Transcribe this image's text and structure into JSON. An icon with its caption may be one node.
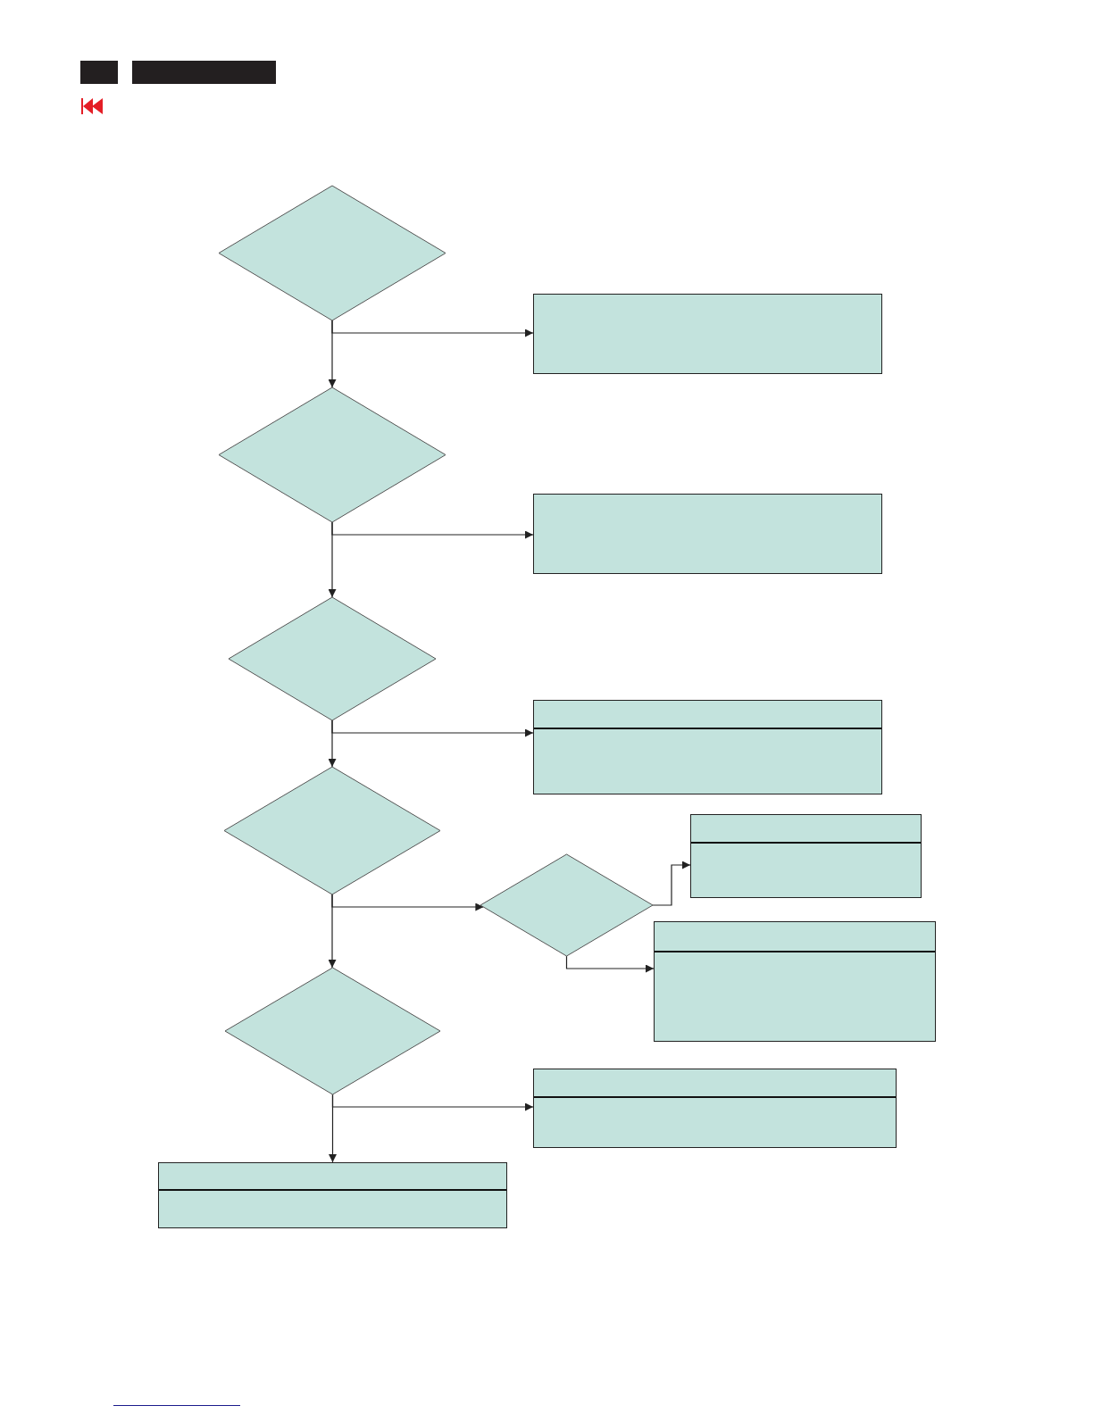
{
  "diagram": {
    "nodes": [
      {
        "text": [],
        "shape": "diamond"
      },
      {
        "text": [],
        "shape": "box"
      },
      {
        "text": [],
        "shape": "diamond"
      },
      {
        "text": [],
        "shape": "box"
      },
      {
        "text": [],
        "shape": "diamond"
      },
      {
        "text": [],
        "shape": "box"
      },
      {
        "text": [],
        "shape": "diamond"
      },
      {
        "text": [],
        "shape": "box"
      },
      {
        "text": [],
        "shape": "diamond"
      },
      {
        "text": [],
        "shape": "box"
      },
      {
        "text": [],
        "shape": "diamond"
      },
      {
        "text": [],
        "shape": "box"
      },
      {
        "text": [],
        "shape": "box"
      }
    ],
    "edges": [
      {
        "from": 0,
        "to": 1,
        "arrow": "to"
      },
      {
        "from": 0,
        "to": 2,
        "arrow": "to"
      },
      {
        "from": 2,
        "to": 3,
        "arrow": "to"
      },
      {
        "from": 2,
        "to": 4,
        "arrow": "to"
      },
      {
        "from": 4,
        "to": 5,
        "arrow": "to"
      },
      {
        "from": 4,
        "to": 6,
        "arrow": "to"
      },
      {
        "from": 6,
        "to": 8,
        "arrow": "to"
      },
      {
        "from": 6,
        "to": 10,
        "arrow": "to"
      },
      {
        "from": 8,
        "to": 7,
        "arrow": "to"
      },
      {
        "from": 8,
        "to": 9,
        "arrow": "to"
      },
      {
        "from": 10,
        "to": 11,
        "arrow": "to"
      },
      {
        "from": 10,
        "to": 12,
        "arrow": "to"
      }
    ]
  }
}
